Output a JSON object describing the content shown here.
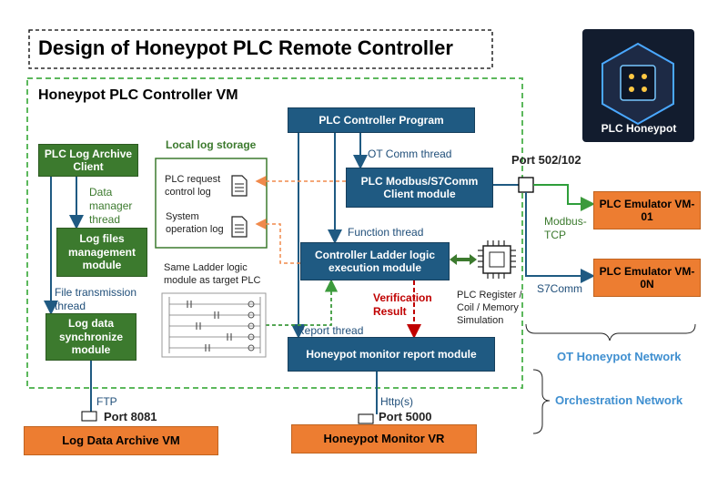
{
  "title": "Design of Honeypot PLC Remote Controller",
  "vm_title": "Honeypot PLC Controller VM",
  "logo": {
    "label": "PLC Honeypot",
    "icon": "plc-honeypot-logo-icon"
  },
  "local_storage": {
    "title": "Local log storage",
    "request_log": "PLC request control  log",
    "operation_log": "System operation log"
  },
  "boxes": {
    "archive_client": "PLC Log Archive Client",
    "log_files": "Log files management module",
    "log_sync": "Log data synchronize module",
    "controller_program": "PLC Controller Program",
    "modbus_client": "PLC Modbus/S7Comm Client module",
    "ladder": "Controller Ladder logic execution module",
    "monitor_report": "Honeypot monitor report module",
    "emulator_1": "PLC Emulator VM-01",
    "emulator_n": "PLC Emulator VM-0N",
    "archive_vm": "Log Data Archive VM",
    "monitor_vm": "Honeypot Monitor VR"
  },
  "labels": {
    "data_manager": "Data manager thread",
    "file_transmission": "File transmission thread",
    "ot_comm": "OT Comm thread",
    "function_thread": "Function thread",
    "report_thread": "Report thread",
    "same_ladder": "Same Ladder logic module as target PLC",
    "verification": "Verification Result",
    "register": "PLC Register / Coil / Memory Simulation",
    "port_502": "Port 502/102",
    "modbus_tcp": "Modbus-TCP",
    "s7comm": "S7Comm",
    "ftp": "FTP",
    "port_8081": "Port 8081",
    "https": "Http(s)",
    "port_5000": "Port 5000",
    "ot_network": "OT Honeypot Network",
    "orchestration": "Orchestration Network"
  },
  "colors": {
    "blue_box": "#1f5a82",
    "green_box": "#3c7a2e",
    "orange_box": "#ed7d31",
    "dashed_green": "#5cb85c",
    "network_label": "#3f8fd0"
  }
}
